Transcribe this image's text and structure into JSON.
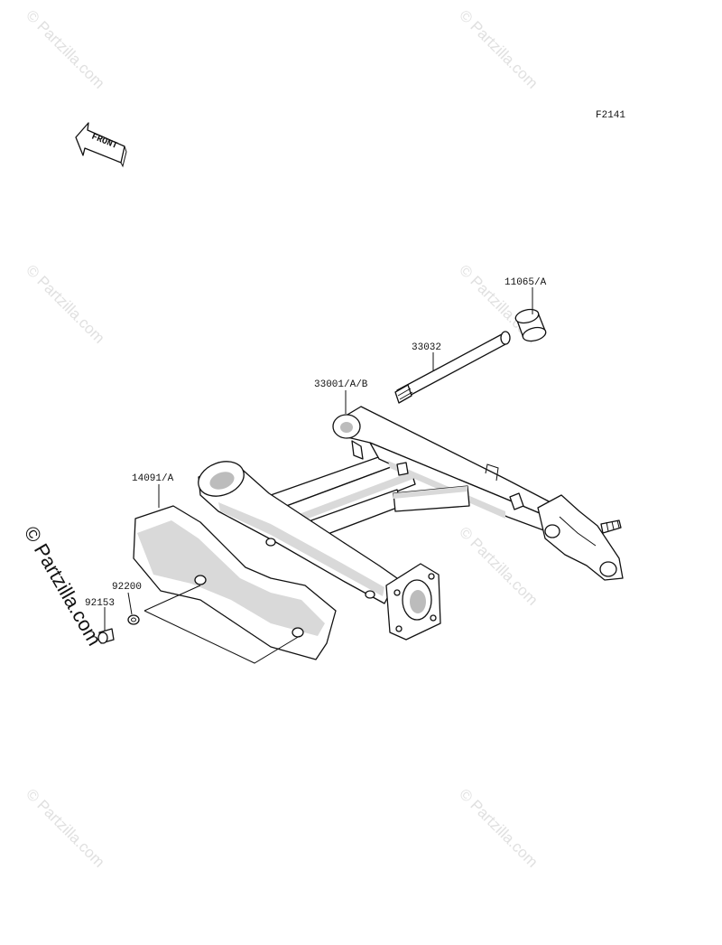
{
  "diagram": {
    "figure_code": "F2141",
    "front_label": "FRONT",
    "parts": [
      {
        "number": "11065/A"
      },
      {
        "number": "33032"
      },
      {
        "number": "33001/A/B"
      },
      {
        "number": "14091/A"
      },
      {
        "number": "92200"
      },
      {
        "number": "92153"
      }
    ]
  },
  "watermark": {
    "text": "© Partzilla.com",
    "main_text": "© Partzilla.com",
    "color": "#e0e0e0"
  }
}
